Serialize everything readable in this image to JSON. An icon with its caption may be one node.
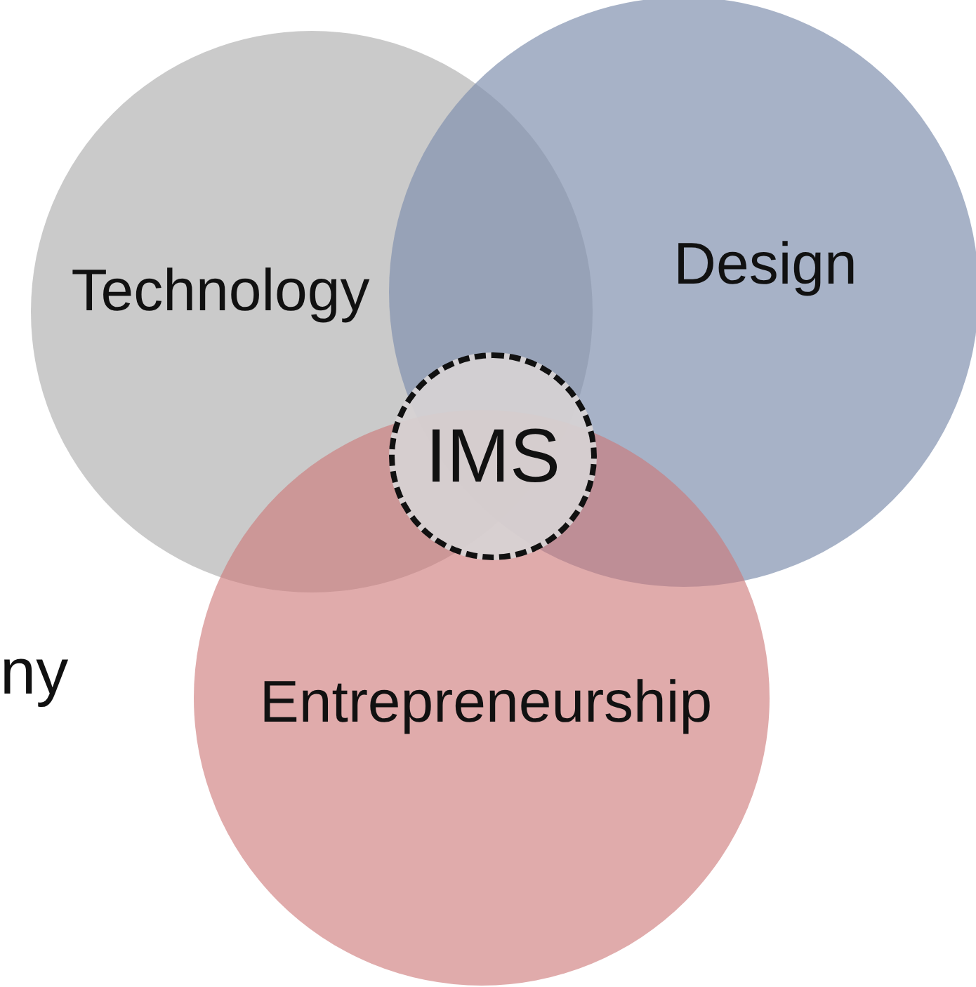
{
  "diagram": {
    "nodes": [
      {
        "text": [
          "Technology"
        ]
      },
      {
        "text": [
          "Design"
        ]
      },
      {
        "text": [
          "Entrepreneurship"
        ]
      },
      {
        "text": [
          "IMS"
        ]
      }
    ],
    "labels": [
      "ny"
    ]
  }
}
